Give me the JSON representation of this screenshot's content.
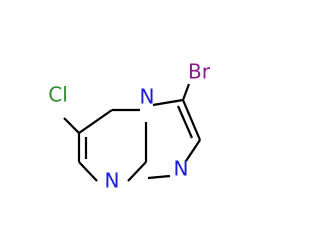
{
  "molecule": {
    "atoms": {
      "cl": {
        "label": "Cl",
        "color": "#2e8b2e"
      },
      "br": {
        "label": "Br",
        "color": "#8b1a8b"
      },
      "n_bridge": {
        "label": "N",
        "color": "#1a1ad6"
      },
      "n_pyrimidine": {
        "label": "N",
        "color": "#1a1ad6"
      },
      "n_imidazole": {
        "label": "N",
        "color": "#1a1ad6"
      }
    },
    "bond_color": "#000000"
  }
}
